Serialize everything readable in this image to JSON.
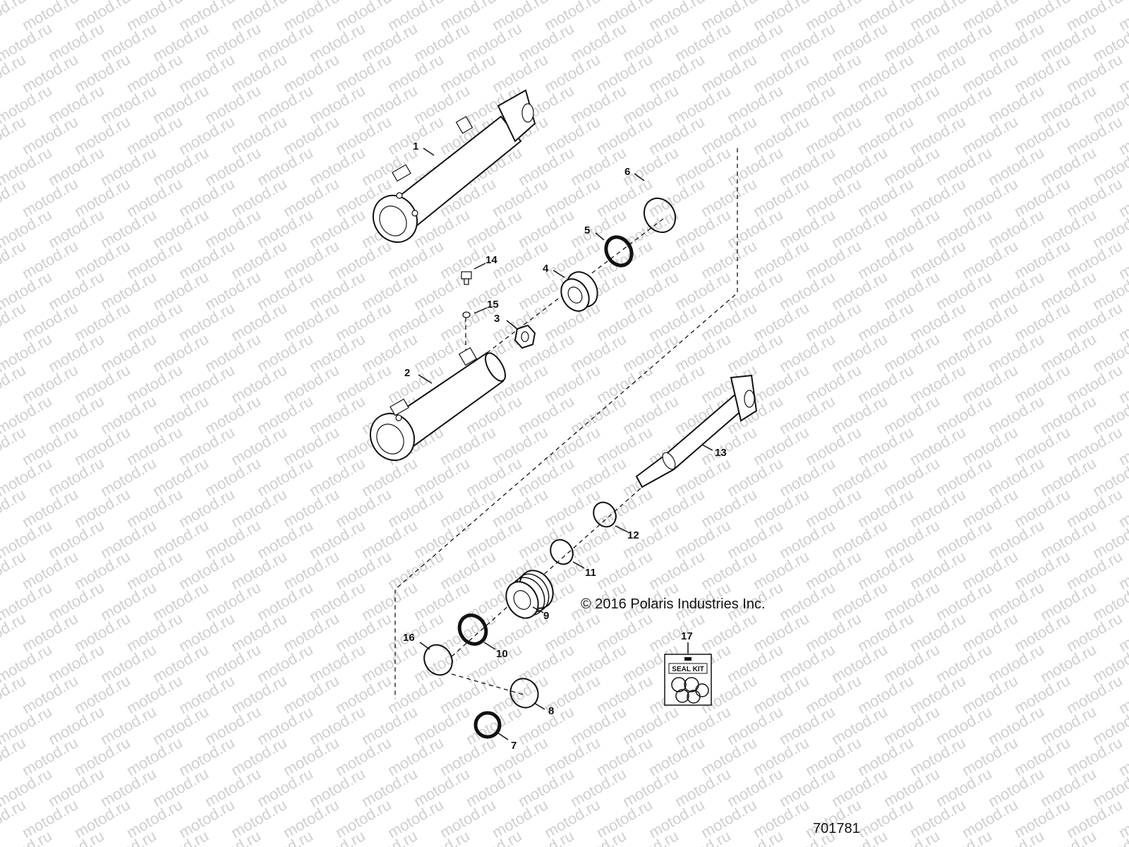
{
  "watermark": {
    "text": "motod.ru"
  },
  "callouts": {
    "p1": "1",
    "p2": "2",
    "p3": "3",
    "p4": "4",
    "p5": "5",
    "p6": "6",
    "p7": "7",
    "p8": "8",
    "p9": "9",
    "p10": "10",
    "p11": "11",
    "p12": "12",
    "p13": "13",
    "p14": "14",
    "p15": "15",
    "p16": "16",
    "p17": "17"
  },
  "seal_kit": {
    "label": "SEAL KIT"
  },
  "copyright": "© 2016 Polaris Industries Inc.",
  "figure_number": "701781"
}
